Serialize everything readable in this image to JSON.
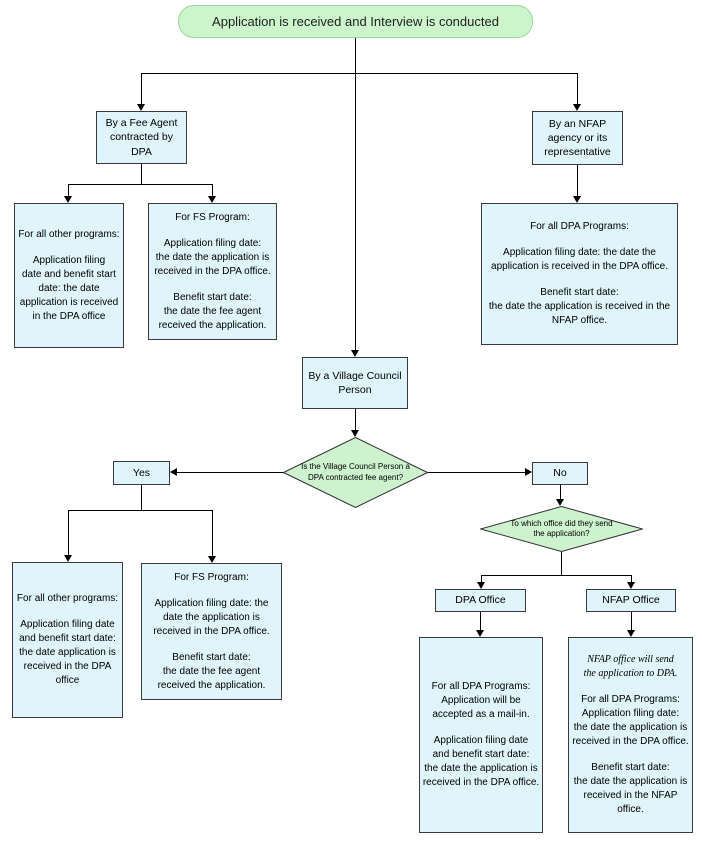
{
  "colors": {
    "terminal_fill": "#ccf5cc",
    "decision_fill": "#cdf2cd",
    "process_fill": "#dff5fb",
    "line": "#000000"
  },
  "nodes": {
    "start": {
      "label": "Application is received and Interview is conducted"
    },
    "by_fee_agent": {
      "label": "By a Fee Agent\ncontracted by DPA"
    },
    "by_nfap_agency": {
      "label": "By an NFAP\nagency or its\nrepresentative"
    },
    "by_village_council": {
      "label": "By a Village Council\nPerson"
    },
    "fee_other_programs": {
      "paragraphs": [
        "For all other programs:",
        "Application filing\ndate and benefit start\ndate: the date\napplication is received\nin the DPA office"
      ]
    },
    "fee_fs_program": {
      "paragraphs": [
        "For FS Program:",
        "Application filing date:\nthe date the application is\nreceived in the DPA office.",
        "Benefit start date:\nthe date the fee agent\nreceived the application."
      ]
    },
    "nfap_all_dpa": {
      "paragraphs": [
        "For all DPA Programs:",
        "Application filing date: the date the\napplication is received in the DPA office.",
        "Benefit start date:\nthe date the application is received in the\nNFAP office."
      ]
    },
    "decision_fee_agent": {
      "label": "Is the Village Council Person a\nDPA contracted fee agent?"
    },
    "yes": {
      "label": "Yes"
    },
    "no": {
      "label": "No"
    },
    "decision_office": {
      "label": "To which office did they send\nthe application?"
    },
    "dpa_office": {
      "label": "DPA Office"
    },
    "nfap_office": {
      "label": "NFAP Office"
    },
    "yes_other_programs": {
      "paragraphs": [
        "For all other programs:",
        "Application filing date\nand benefit start date:\nthe date application is\nreceived in the DPA\noffice"
      ]
    },
    "yes_fs_program": {
      "paragraphs": [
        "For FS Program:",
        "Application filing date: the\ndate the application is\nreceived in the DPA office.",
        "Benefit start date:\nthe date the fee agent\nreceived the application."
      ]
    },
    "dpa_mailin": {
      "paragraphs": [
        "For all DPA Programs:\nApplication will be\naccepted as a mail-in.",
        "Application filing date\nand benefit start date:\nthe date the application is\nreceived in the DPA office."
      ]
    },
    "nfap_forward": {
      "note": "NFAP office will send\nthe application to DPA.",
      "paragraphs": [
        "For all DPA Programs:\nApplication filing date:\nthe date the application is\nreceived in the DPA office.",
        "Benefit start date:\nthe date the application is\nreceived in the NFAP\noffice."
      ]
    }
  },
  "edges": [
    {
      "from": "start",
      "to": "by_fee_agent"
    },
    {
      "from": "start",
      "to": "by_nfap_agency"
    },
    {
      "from": "start",
      "to": "by_village_council"
    },
    {
      "from": "by_fee_agent",
      "to": "fee_other_programs"
    },
    {
      "from": "by_fee_agent",
      "to": "fee_fs_program"
    },
    {
      "from": "by_nfap_agency",
      "to": "nfap_all_dpa"
    },
    {
      "from": "by_village_council",
      "to": "decision_fee_agent"
    },
    {
      "from": "decision_fee_agent",
      "to": "yes"
    },
    {
      "from": "decision_fee_agent",
      "to": "no"
    },
    {
      "from": "yes",
      "to": "yes_other_programs"
    },
    {
      "from": "yes",
      "to": "yes_fs_program"
    },
    {
      "from": "no",
      "to": "decision_office"
    },
    {
      "from": "decision_office",
      "to": "dpa_office"
    },
    {
      "from": "decision_office",
      "to": "nfap_office"
    },
    {
      "from": "dpa_office",
      "to": "dpa_mailin"
    },
    {
      "from": "nfap_office",
      "to": "nfap_forward"
    }
  ]
}
